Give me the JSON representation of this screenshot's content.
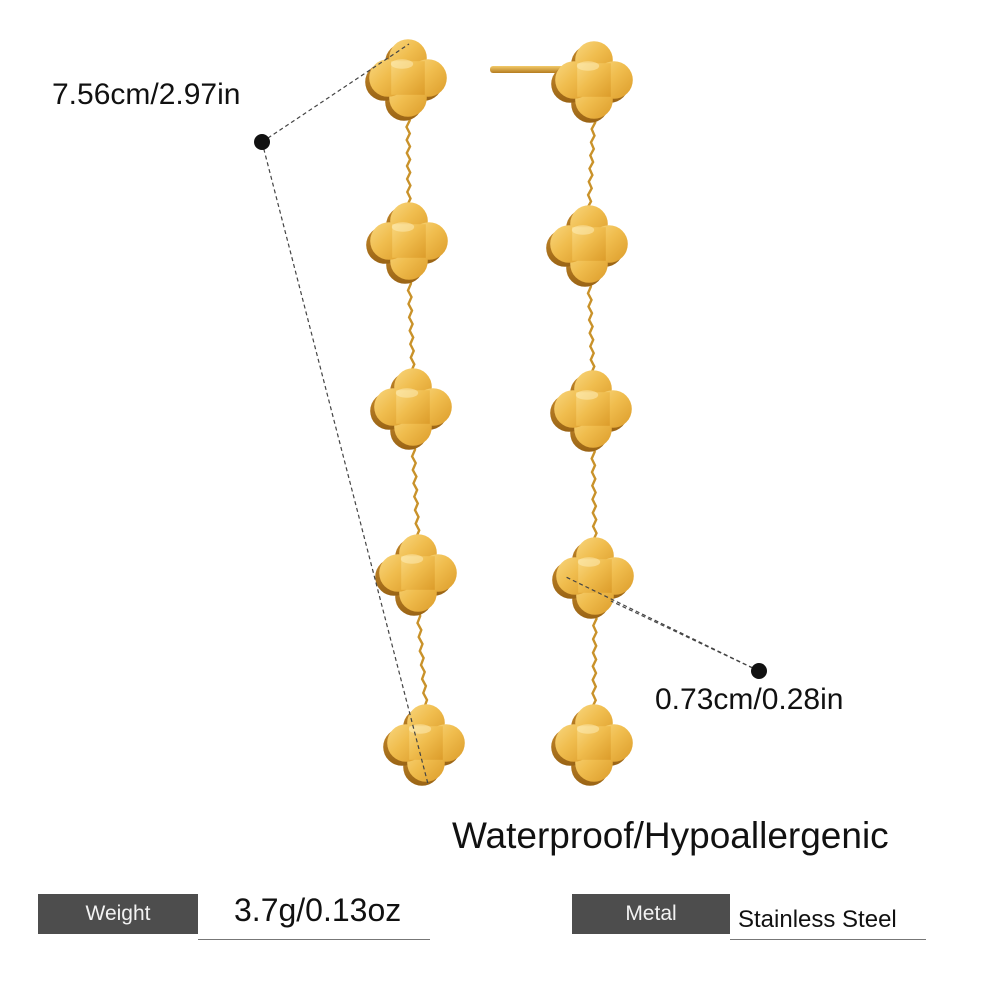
{
  "dimensions": {
    "length_label": "7.56cm/2.97in",
    "charm_size_label": "0.73cm/0.28in"
  },
  "features_text": "Waterproof/Hypoallergenic",
  "specs": {
    "weight": {
      "label": "Weight",
      "value": "3.7g/0.13oz"
    },
    "metal": {
      "label": "Metal",
      "value": "Stainless Steel"
    }
  },
  "product": {
    "charm_icon": "four-leaf-clover-icon",
    "charms_per_earring": 5,
    "colors": {
      "gold": "#e2a52f",
      "gold_light": "#f6d27a",
      "gold_dark": "#a8711a",
      "tag": "#4d4d4d"
    }
  }
}
